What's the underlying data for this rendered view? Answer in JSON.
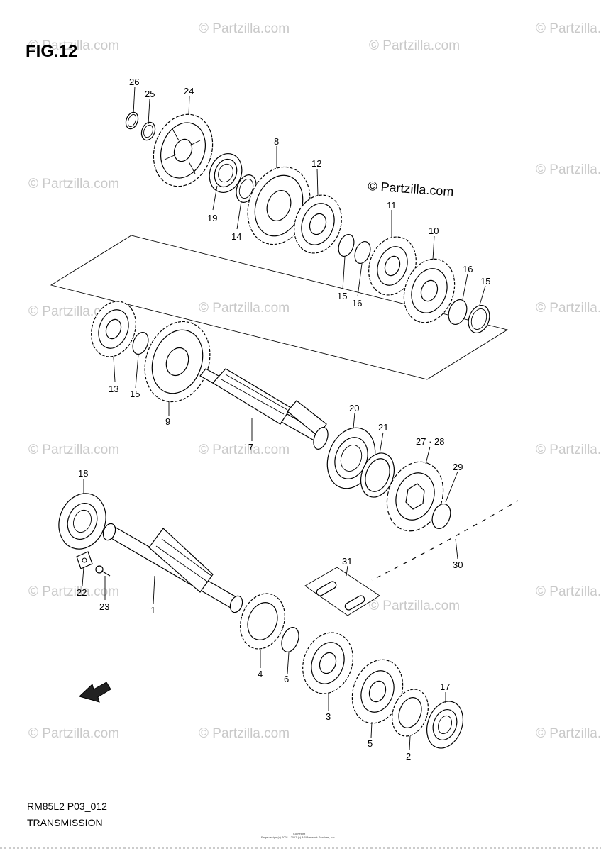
{
  "figure": {
    "title": "FIG.12",
    "model_code": "RM85L2 P03_012",
    "section": "TRANSMISSION",
    "copyright_mark": "© Partzilla.com",
    "watermark": "© Partzilla.com",
    "fine_print_1": "Copyright",
    "fine_print_2": "Page design (c) 2001 - 2017 (c) ARI Network Services, Inc.",
    "fwd_icon": "fwd-arrow-icon"
  },
  "part_labels": [
    {
      "id": "26",
      "label": "26"
    },
    {
      "id": "25",
      "label": "25"
    },
    {
      "id": "24",
      "label": "24"
    },
    {
      "id": "8",
      "label": "8"
    },
    {
      "id": "12",
      "label": "12"
    },
    {
      "id": "19",
      "label": "19"
    },
    {
      "id": "14",
      "label": "14"
    },
    {
      "id": "11",
      "label": "11"
    },
    {
      "id": "10",
      "label": "10"
    },
    {
      "id": "16a",
      "label": "16"
    },
    {
      "id": "15a",
      "label": "15"
    },
    {
      "id": "15b",
      "label": "15"
    },
    {
      "id": "16b",
      "label": "16"
    },
    {
      "id": "13",
      "label": "13"
    },
    {
      "id": "15c",
      "label": "15"
    },
    {
      "id": "9",
      "label": "9"
    },
    {
      "id": "7",
      "label": "7"
    },
    {
      "id": "20",
      "label": "20"
    },
    {
      "id": "21",
      "label": "21"
    },
    {
      "id": "27-28",
      "label": "27 · 28"
    },
    {
      "id": "29",
      "label": "29"
    },
    {
      "id": "18",
      "label": "18"
    },
    {
      "id": "22",
      "label": "22"
    },
    {
      "id": "23",
      "label": "23"
    },
    {
      "id": "1",
      "label": "1"
    },
    {
      "id": "31",
      "label": "31"
    },
    {
      "id": "30",
      "label": "30"
    },
    {
      "id": "4",
      "label": "4"
    },
    {
      "id": "6",
      "label": "6"
    },
    {
      "id": "3",
      "label": "3"
    },
    {
      "id": "17",
      "label": "17"
    },
    {
      "id": "5",
      "label": "5"
    },
    {
      "id": "2",
      "label": "2"
    }
  ]
}
